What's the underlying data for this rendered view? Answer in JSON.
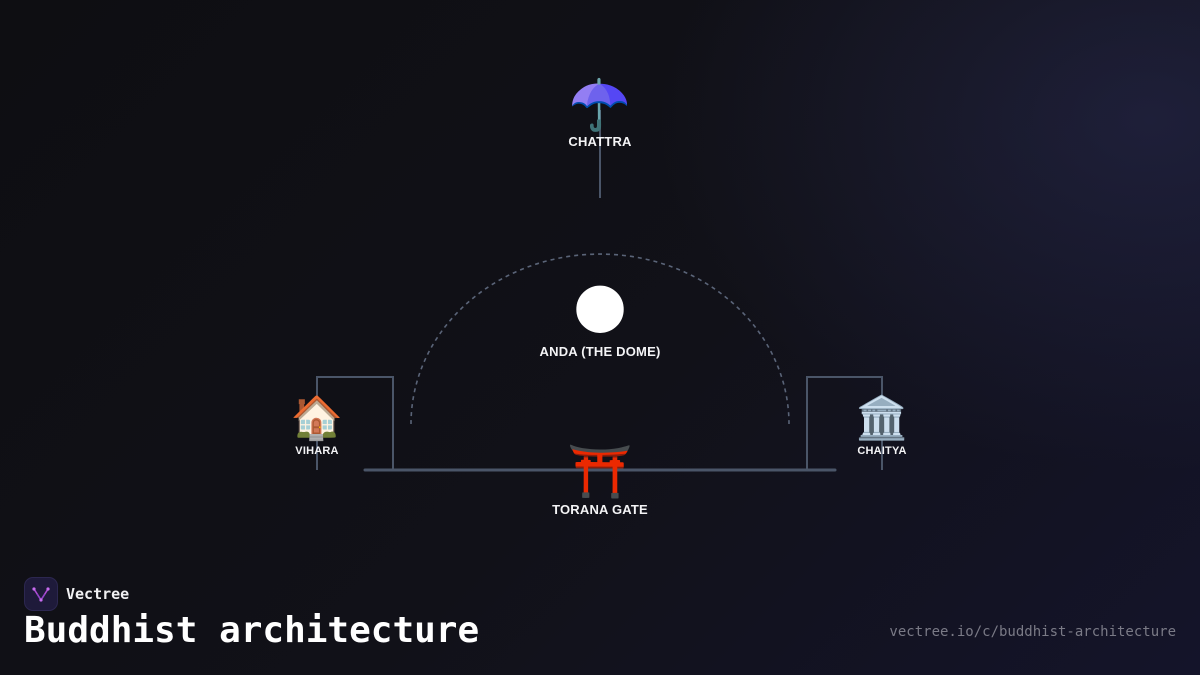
{
  "brand": {
    "name": "Vectree"
  },
  "title": "Buddhist architecture",
  "source_url": "vectree.io/c/buddhist-architecture",
  "nodes": {
    "chattra": {
      "label": "CHATTRA",
      "icon": "umbrella-icon",
      "glyph": "☂️"
    },
    "anda": {
      "label": "ANDA (THE DOME)",
      "icon": "dark-moon-icon",
      "glyph": "🌑"
    },
    "vihara": {
      "label": "VIHARA",
      "icon": "house-icon",
      "glyph": "🏠"
    },
    "chaitya": {
      "label": "CHAITYA",
      "icon": "classical-building-icon",
      "glyph": "🏛️"
    },
    "torana": {
      "label": "TORANA GATE",
      "icon": "torii-gate-icon",
      "glyph": "⛩️"
    }
  },
  "colors": {
    "background": "#0f0f13",
    "connector": "#4a5568",
    "dome_outline": "#5a6478",
    "text": "#ffffff",
    "url": "#7a7a86",
    "brand_accent": "#b14cd6"
  }
}
